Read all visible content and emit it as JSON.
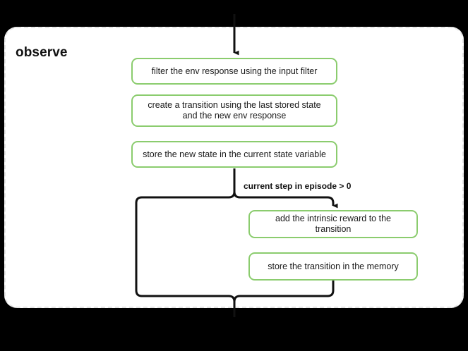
{
  "diagram": {
    "type": "flowchart",
    "title": "observe",
    "background_color": "#000000",
    "panel_background": "#ffffff",
    "panel_border_color": "#e6e6e6",
    "node_border_color": "#8bcc6e",
    "connector_color": "#111111",
    "nodes": [
      {
        "id": "filter",
        "label": "filter the env response using the input filter"
      },
      {
        "id": "transition",
        "label": "create a transition using the last stored state and the new env response"
      },
      {
        "id": "store_state",
        "label": "store the new state in the current state variable"
      },
      {
        "id": "intrinsic",
        "label": "add the intrinsic reward to the transition"
      },
      {
        "id": "memory",
        "label": "store the transition in the memory"
      }
    ],
    "edges": [
      {
        "id": "entry",
        "label": ""
      },
      {
        "id": "branch",
        "label": "current step in episode > 0"
      },
      {
        "id": "merge",
        "label": ""
      }
    ]
  }
}
